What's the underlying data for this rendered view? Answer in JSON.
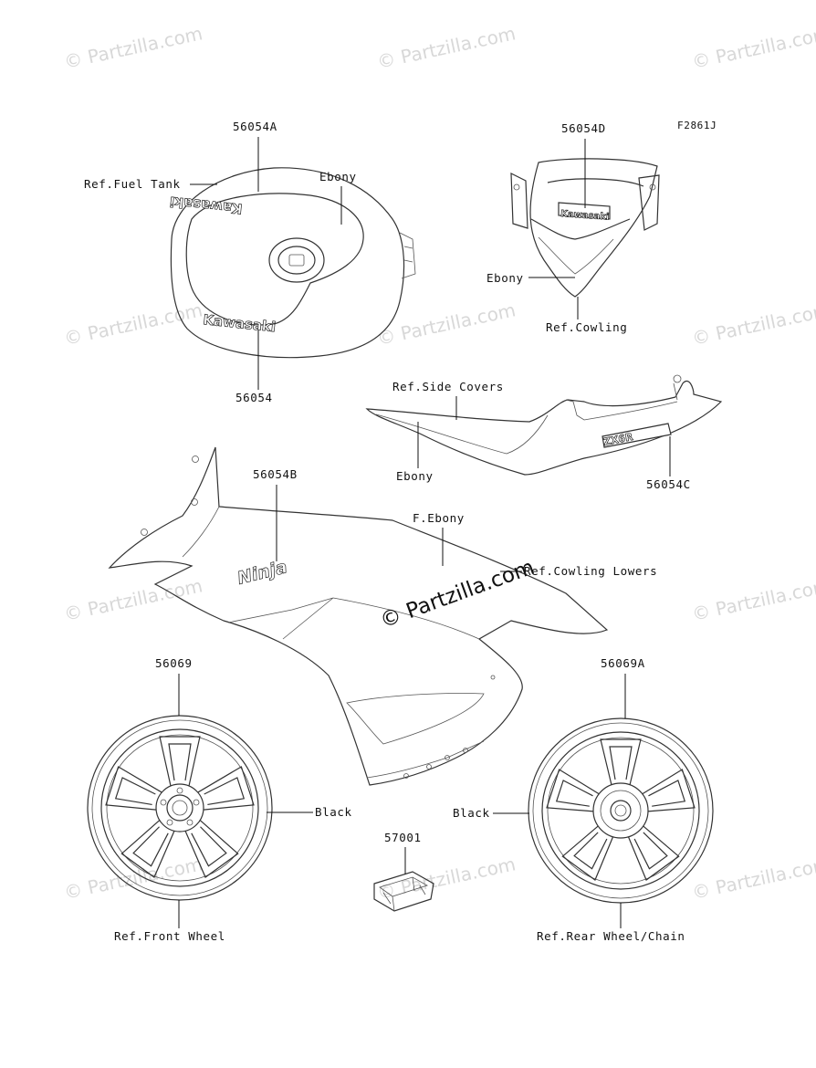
{
  "figure_code": "F2861J",
  "watermark": "© Partzilla.com",
  "center_watermark": "© Partzilla.com",
  "decal_texts": {
    "kawasaki": "Kawasaki",
    "ninja": "Ninja",
    "zx6r": "ZX6R"
  },
  "callouts": {
    "p56054A": "56054A",
    "ref_fuel_tank": "Ref.Fuel Tank",
    "ebony_tank": "Ebony",
    "p56054": "56054",
    "p56054D": "56054D",
    "ebony_cowling": "Ebony",
    "ref_cowling": "Ref.Cowling",
    "ref_side_covers": "Ref.Side Covers",
    "ebony_side": "Ebony",
    "p56054C": "56054C",
    "p56054B": "56054B",
    "f_ebony": "F.Ebony",
    "ref_cowling_lowers": "Ref.Cowling Lowers",
    "p56069": "56069",
    "black_front": "Black",
    "ref_front_wheel": "Ref.Front Wheel",
    "p56069A": "56069A",
    "black_rear": "Black",
    "ref_rear_wheel": "Ref.Rear Wheel/Chain",
    "p57001": "57001"
  }
}
